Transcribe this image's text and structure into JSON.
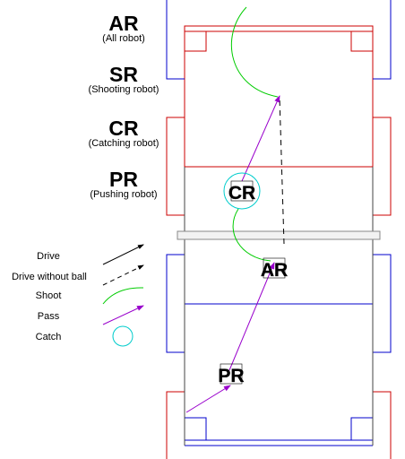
{
  "roles": [
    {
      "code": "AR",
      "desc": "(All robot)"
    },
    {
      "code": "SR",
      "desc": "(Shooting robot)"
    },
    {
      "code": "CR",
      "desc": "(Catching robot)"
    },
    {
      "code": "PR",
      "desc": "(Pushing robot)"
    }
  ],
  "legend": [
    {
      "label": "Drive"
    },
    {
      "label": "Drive without ball"
    },
    {
      "label": "Shoot"
    },
    {
      "label": "Pass"
    },
    {
      "label": "Catch"
    }
  ],
  "robots": [
    {
      "label": "CR"
    },
    {
      "label": "AR"
    },
    {
      "label": "PR"
    }
  ],
  "colors": {
    "red_zone": "#cc0000",
    "blue_zone": "#0000cc",
    "shoot": "#00cc00",
    "pass": "#9900cc",
    "catch": "#00cccc",
    "drive": "#000000",
    "divider": "#888888"
  }
}
